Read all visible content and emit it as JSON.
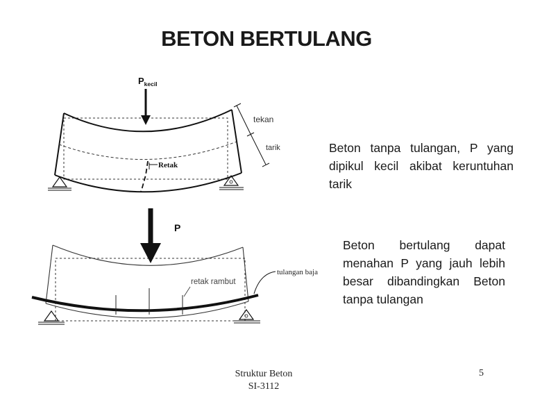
{
  "slide": {
    "title": "BETON BERTULANG",
    "diagram_top": {
      "load_label": "P",
      "load_subscript": "kecil",
      "label_compression": "tekan",
      "label_tension": "tarik",
      "label_crack": "Retak"
    },
    "diagram_bottom": {
      "load_label": "P",
      "label_rebar": "tulangan baja",
      "label_hairline_crack": "retak rambut"
    },
    "text_top": "Beton tanpa tulangan, P yang dipikul kecil akibat keruntuhan tarik",
    "text_bottom": "Beton bertulang dapat menahan P yang jauh lebih besar dibandingkan Beton tanpa tulangan",
    "footer": {
      "line1": "Struktur Beton",
      "line2": "SI-3112",
      "page_number": "5"
    }
  }
}
